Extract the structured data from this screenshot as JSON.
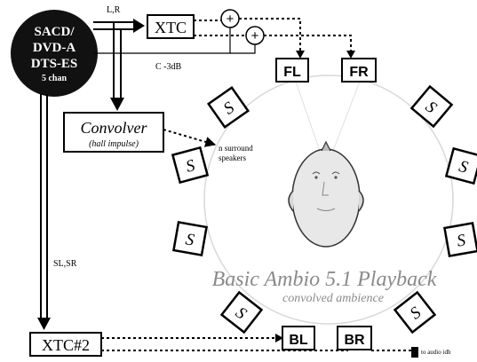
{
  "source": {
    "lines": [
      "SACD/",
      "DVD-A",
      "DTS-ES"
    ],
    "sub": "5 chan"
  },
  "labels": {
    "lr": "L,R",
    "c3db": "C -3dB",
    "slsr": "SL,SR",
    "surround_note": [
      "n surround",
      "speakers"
    ],
    "bottom_right_note": "to audio idh"
  },
  "blocks": {
    "xtc": "XTC",
    "xtc2": "XTC#2",
    "convolver": "Convolver",
    "convolver_sub": "(hall impulse)"
  },
  "speakers": {
    "fl": "FL",
    "fr": "FR",
    "bl": "BL",
    "br": "BR",
    "surround": "S"
  },
  "sum_symbol": "+",
  "title": "Basic Ambio 5.1 Playback",
  "subtitle": "convolved ambience"
}
